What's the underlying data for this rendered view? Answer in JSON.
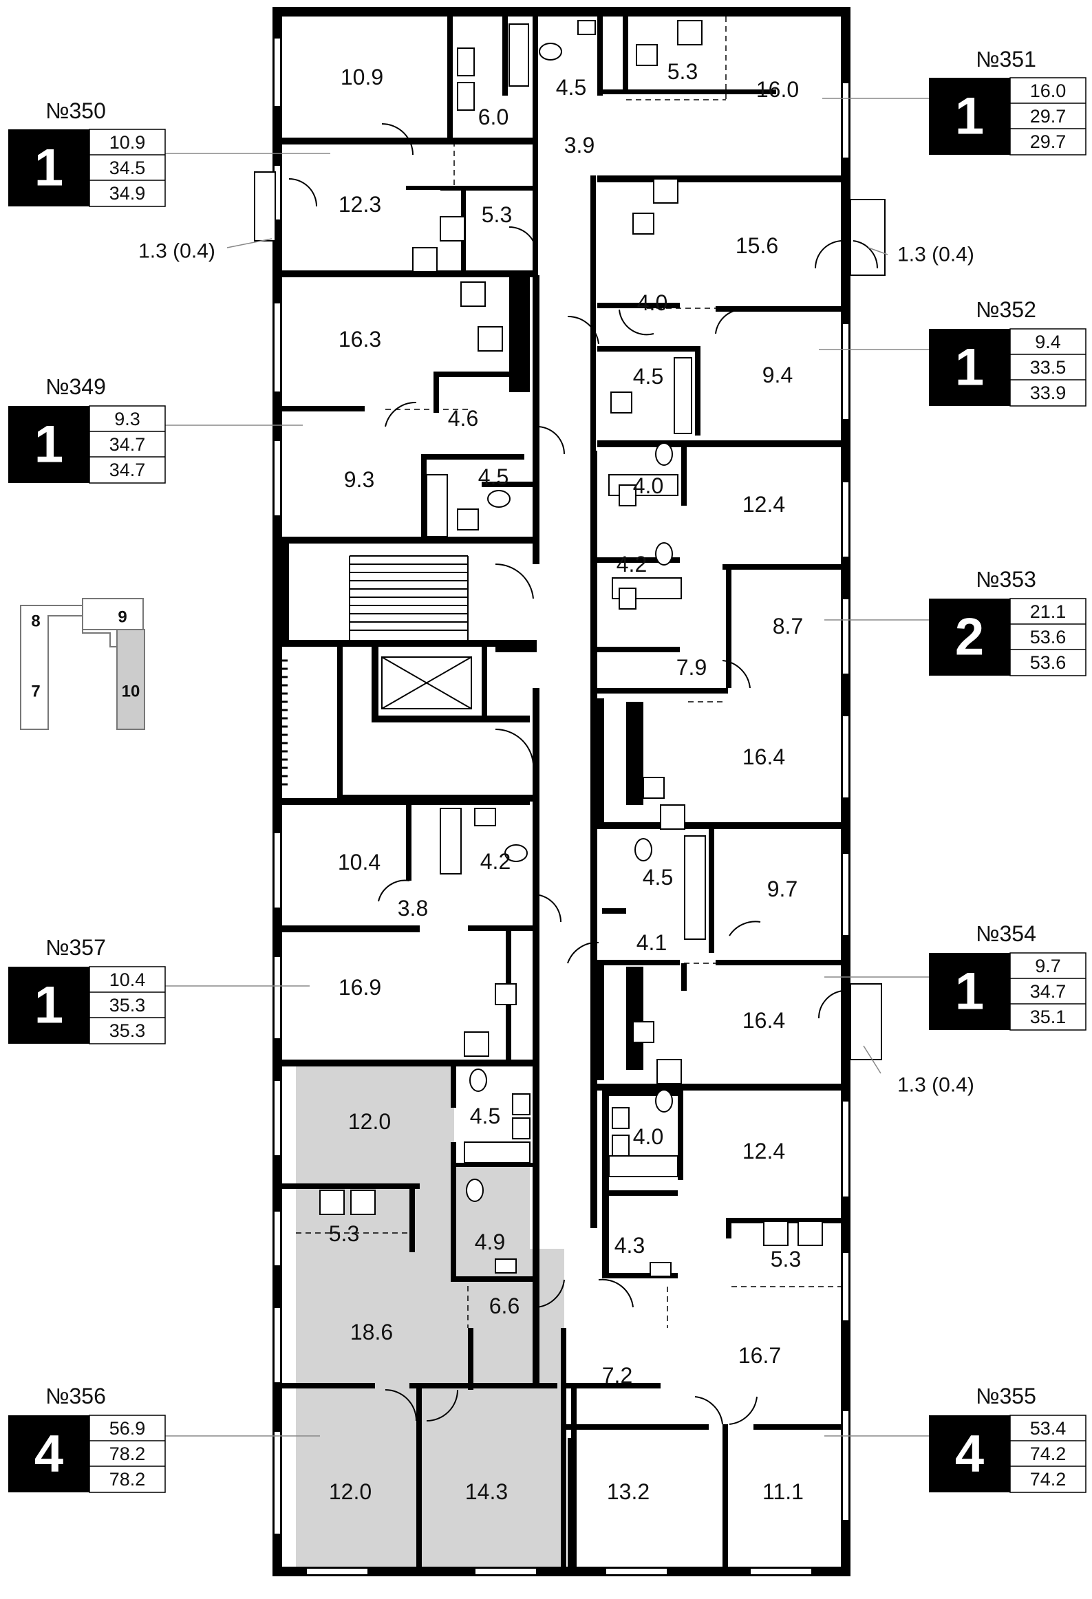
{
  "apartments": [
    {
      "number": "№350",
      "rooms": "1",
      "areas": [
        "10.9",
        "34.5",
        "34.9"
      ],
      "side": "left"
    },
    {
      "number": "№349",
      "rooms": "1",
      "areas": [
        "9.3",
        "34.7",
        "34.7"
      ],
      "side": "left"
    },
    {
      "number": "№357",
      "rooms": "1",
      "areas": [
        "10.4",
        "35.3",
        "35.3"
      ],
      "side": "left"
    },
    {
      "number": "№356",
      "rooms": "4",
      "areas": [
        "56.9",
        "78.2",
        "78.2"
      ],
      "side": "left",
      "highlighted": true
    },
    {
      "number": "№351",
      "rooms": "1",
      "areas": [
        "16.0",
        "29.7",
        "29.7"
      ],
      "side": "right"
    },
    {
      "number": "№352",
      "rooms": "1",
      "areas": [
        "9.4",
        "33.5",
        "33.9"
      ],
      "side": "right"
    },
    {
      "number": "№353",
      "rooms": "2",
      "areas": [
        "21.1",
        "53.6",
        "53.6"
      ],
      "side": "right"
    },
    {
      "number": "№354",
      "rooms": "1",
      "areas": [
        "9.7",
        "34.7",
        "35.1"
      ],
      "side": "right"
    },
    {
      "number": "№355",
      "rooms": "4",
      "areas": [
        "53.4",
        "74.2",
        "74.2"
      ],
      "side": "right"
    }
  ],
  "room_labels": [
    "10.9",
    "6.0",
    "4.5",
    "5.3",
    "16.0",
    "3.9",
    "12.3",
    "5.3",
    "16.3",
    "4.6",
    "9.3",
    "4.5",
    "15.6",
    "4.0",
    "4.5",
    "9.4",
    "4.0",
    "12.4",
    "4.2",
    "7.9",
    "8.7",
    "16.4",
    "10.4",
    "4.2",
    "3.8",
    "16.9",
    "4.5",
    "9.7",
    "4.1",
    "16.4",
    "12.0",
    "4.5",
    "5.3",
    "4.9",
    "18.6",
    "6.6",
    "12.0",
    "14.3",
    "4.0",
    "12.4",
    "4.3",
    "5.3",
    "16.7",
    "7.2",
    "13.2",
    "11.1"
  ],
  "balconies": [
    "1.3 (0.4)",
    "1.3 (0.4)",
    "1.3 (0.4)"
  ],
  "section_key": {
    "sections": [
      "8",
      "9",
      "7",
      "10"
    ],
    "current": "10",
    "highlight_color": "#cccccc"
  },
  "colors": {
    "wall": "#000000",
    "highlight": "#d4d4d4",
    "badge": "#000000"
  }
}
